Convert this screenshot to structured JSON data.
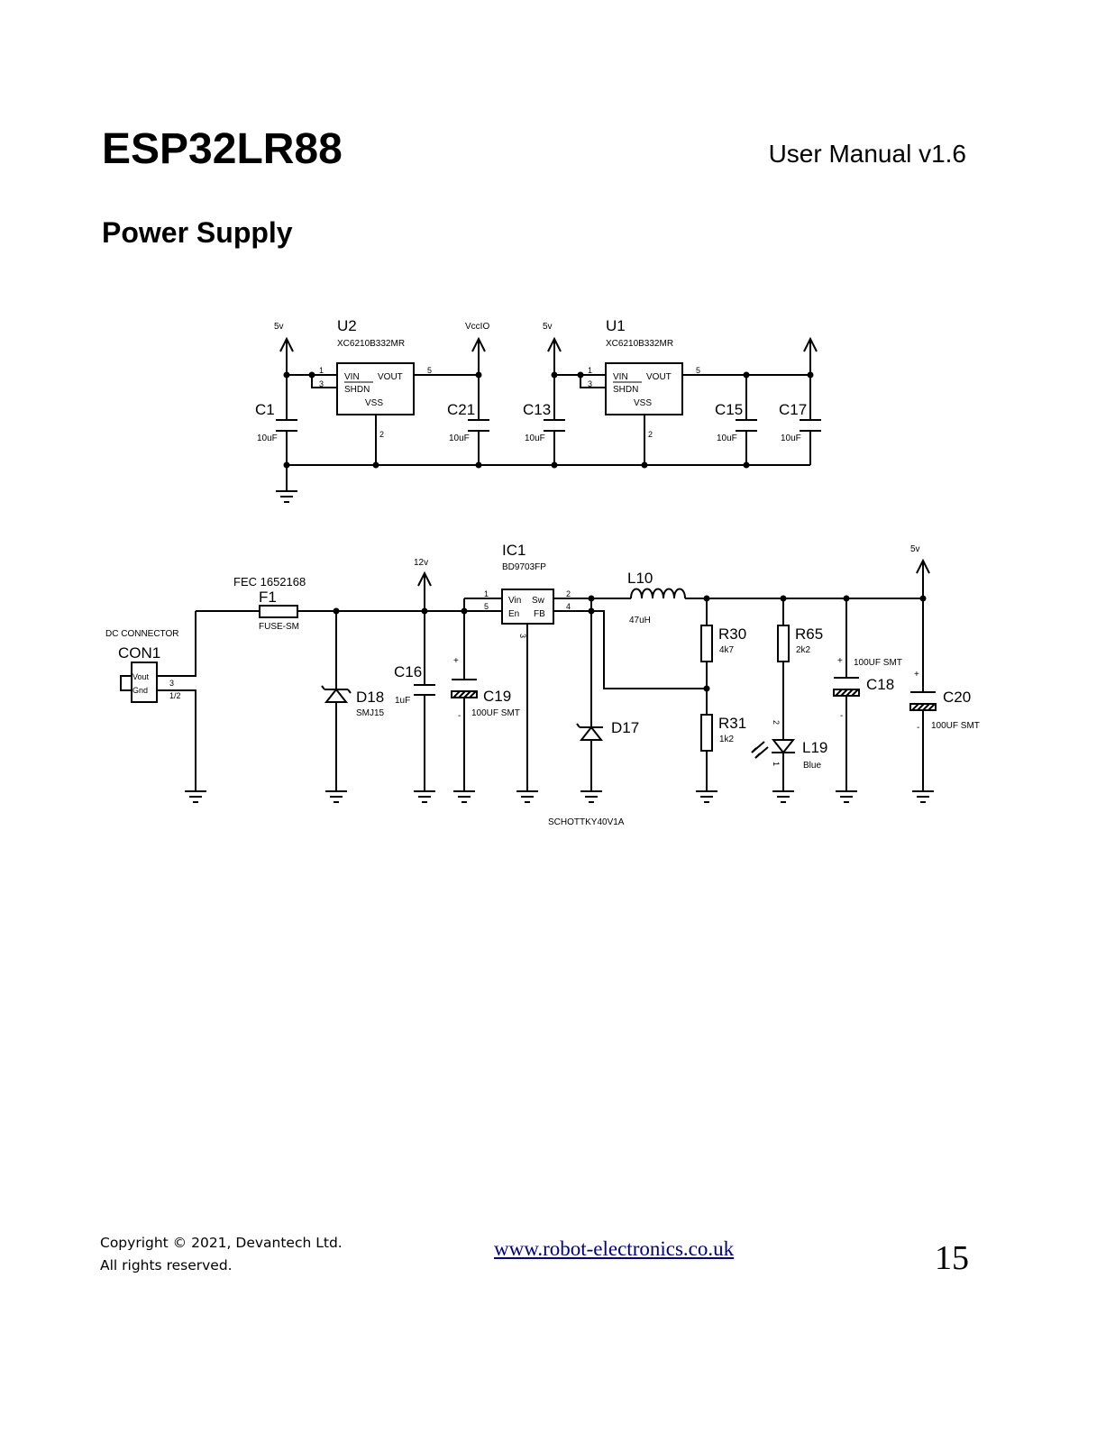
{
  "header": {
    "title": "ESP32LR88",
    "version": "User Manual v1.6"
  },
  "section": {
    "title": "Power Supply"
  },
  "schematic": {
    "top": {
      "u2_ref": "U2",
      "u2_part": "XC6210B332MR",
      "u1_ref": "U1",
      "u1_part": "XC6210B332MR",
      "pin_vin": "VIN",
      "pin_vout": "VOUT",
      "pin_shdn": "SHDN",
      "pin_vss": "VSS",
      "pin1": "1",
      "pin3": "3",
      "pin5": "5",
      "pin2": "2",
      "rail_5v": "5v",
      "rail_vccio": "VccIO",
      "c1": "C1",
      "c21": "C21",
      "c13": "C13",
      "c15": "C15",
      "c17": "C17",
      "cap_10uf": "10uF"
    },
    "bottom": {
      "ic1_ref": "IC1",
      "ic1_part": "BD9703FP",
      "pin_vin": "Vin",
      "pin_sw": "Sw",
      "pin_en": "En",
      "pin_fb": "FB",
      "p1": "1",
      "p5": "5",
      "p2": "2",
      "p4": "4",
      "p3": "3",
      "fec": "FEC 1652168",
      "f1": "F1",
      "fuse_part": "FUSE-SM",
      "dc_connector": "DC CONNECTOR",
      "con1": "CON1",
      "con_vout": "Vout",
      "con_gnd": "Gnd",
      "con_p3": "3",
      "con_p12": "1/2",
      "rail_12v": "12v",
      "rail_5v": "5v",
      "l10": "L10",
      "l10_val": "47uH",
      "d18": "D18",
      "d18_part": "SMJ15",
      "c16": "C16",
      "c16_val": "1uF",
      "c19": "C19",
      "c19_val": "100UF SMT",
      "d17": "D17",
      "d17_part": "SCHOTTKY40V1A",
      "r30": "R30",
      "r30_val": "4k7",
      "r31": "R31",
      "r31_val": "1k2",
      "r65": "R65",
      "r65_val": "2k2",
      "l19": "L19",
      "l19_val": "Blue",
      "led_p2": "2",
      "led_p1": "1",
      "c18": "C18",
      "c18_val": "100UF SMT",
      "c20": "C20",
      "c20_val": "100UF SMT",
      "plus": "+",
      "minus": "-"
    }
  },
  "footer": {
    "copyright_line1": "Copyright © 2021, Devantech Ltd.",
    "copyright_line2": "All rights reserved.",
    "url": "www.robot-electronics.co.uk",
    "page": "15"
  }
}
